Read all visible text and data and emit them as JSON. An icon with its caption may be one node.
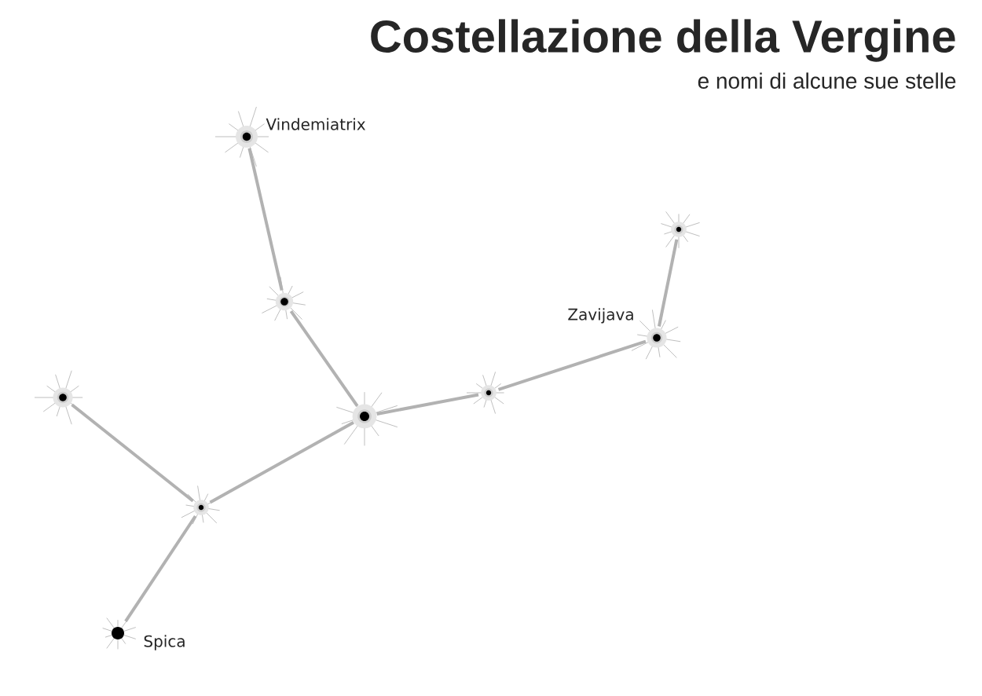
{
  "diagram": {
    "title": "Costellazione della Vergine",
    "nodes": [
      {
        "text": [],
        "shape": "star",
        "beside": [
          "Vindemiatrix"
        ]
      },
      {
        "text": [],
        "shape": "star"
      },
      {
        "text": [],
        "shape": "star"
      },
      {
        "text": [],
        "shape": "star"
      },
      {
        "text": [],
        "shape": "star",
        "beside": [
          "Zavijava"
        ]
      },
      {
        "text": [],
        "shape": "star"
      },
      {
        "text": [],
        "shape": "star"
      },
      {
        "text": [],
        "shape": "star"
      },
      {
        "text": [],
        "shape": "star",
        "beside": [
          "Spica"
        ]
      }
    ],
    "edges": [
      {
        "from": 0,
        "to": 1,
        "arrow": "none"
      },
      {
        "from": 1,
        "to": 2,
        "arrow": "none"
      },
      {
        "from": 2,
        "to": 3,
        "arrow": "none"
      },
      {
        "from": 3,
        "to": 4,
        "arrow": "none"
      },
      {
        "from": 4,
        "to": 5,
        "arrow": "none"
      },
      {
        "from": 6,
        "to": 7,
        "arrow": "none"
      },
      {
        "from": 7,
        "to": 2,
        "arrow": "none"
      },
      {
        "from": 7,
        "to": 8,
        "arrow": "none"
      }
    ],
    "labels": [
      "e nomi di alcune sue stelle"
    ]
  }
}
